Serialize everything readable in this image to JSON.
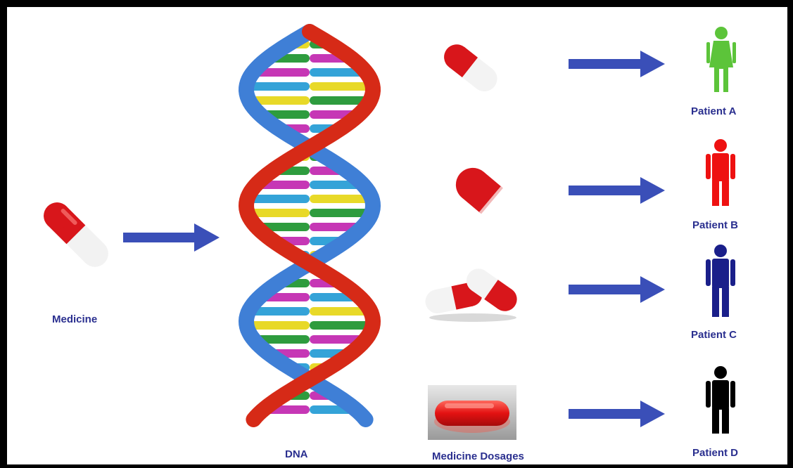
{
  "labels": {
    "medicine": "Medicine",
    "dna": "DNA",
    "dosages": "Medicine Dosages",
    "patients": [
      "Patient A",
      "Patient B",
      "Patient C",
      "Patient D"
    ]
  },
  "colors": {
    "label_text": "#2a2f8f",
    "arrow": "#3a4fb8",
    "capsule_red": "#d8161b",
    "capsule_white": "#f4f4f4",
    "strand_red": "#d62a17",
    "strand_blue": "#3f7fd6",
    "patient_colors": [
      "#5cc43a",
      "#ee1111",
      "#1a1f8a",
      "#000000"
    ],
    "base_pairs": [
      "#e8d928",
      "#2e9c3e",
      "#c637b5",
      "#34a3d8"
    ]
  },
  "icons": [
    "capsule-icon",
    "dna-helix-icon",
    "arrow-icon",
    "female-figure-icon",
    "male-figure-icon",
    "tablet-icon"
  ]
}
